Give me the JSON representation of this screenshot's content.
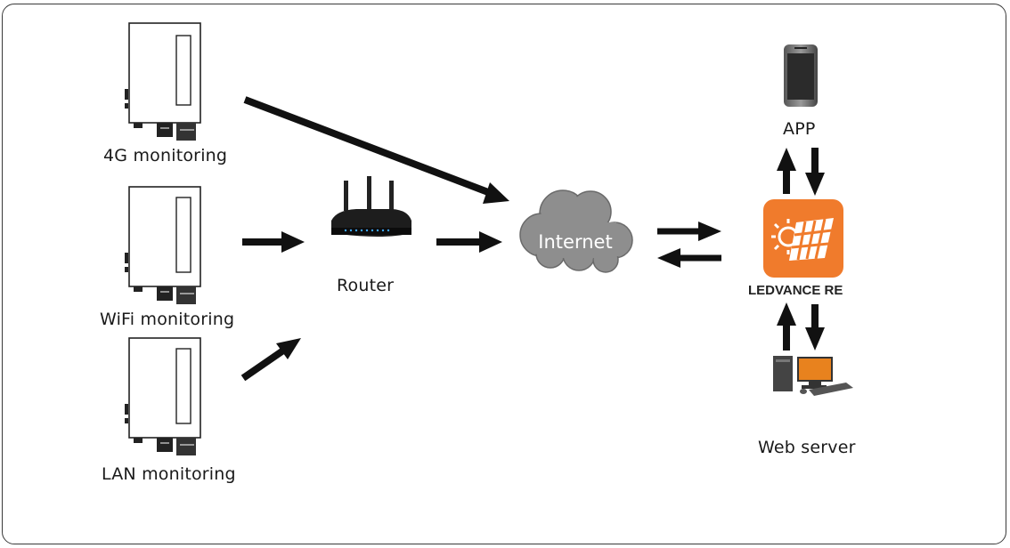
{
  "devices": [
    {
      "label": "4G monitoring"
    },
    {
      "label": "WiFi monitoring"
    },
    {
      "label": "LAN monitoring"
    }
  ],
  "router": {
    "label": "Router"
  },
  "internet": {
    "label": "Internet"
  },
  "app": {
    "label": "APP"
  },
  "brand": {
    "label": "LEDVANCE RE",
    "color": "#f07b2c"
  },
  "web_server": {
    "label": "Web server"
  },
  "colors": {
    "arrow": "#111111",
    "cloud": "#8c8c8c",
    "border": "#3a3a3a"
  }
}
